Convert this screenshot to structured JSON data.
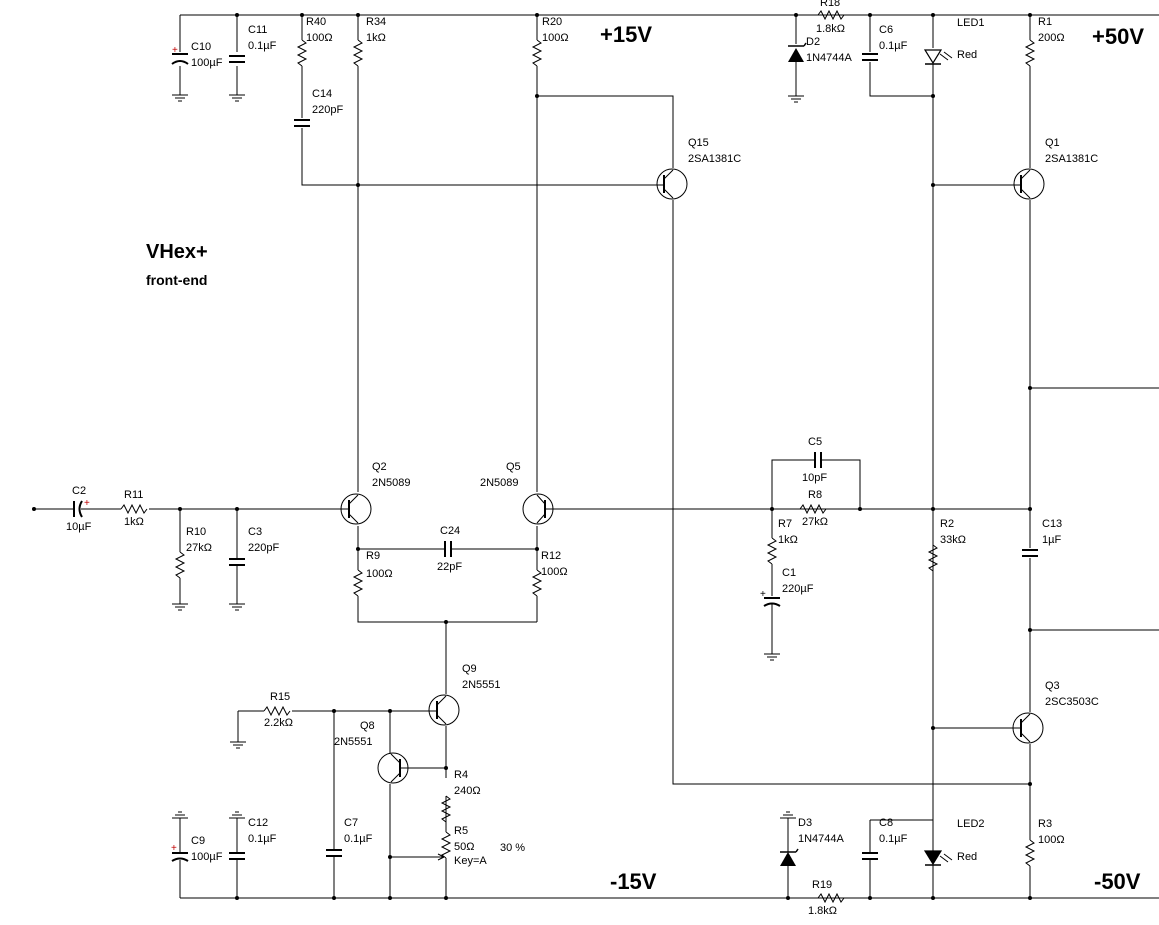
{
  "title": "VHex+",
  "subtitle": "front-end",
  "rails": {
    "p15": "+15V",
    "p50": "+50V",
    "m15": "-15V",
    "m50": "-50V"
  },
  "components": {
    "C10": {
      "ref": "C10",
      "val": "100µF"
    },
    "C11": {
      "ref": "C11",
      "val": "0.1µF"
    },
    "R40": {
      "ref": "R40",
      "val": "100Ω"
    },
    "R34": {
      "ref": "R34",
      "val": "1kΩ"
    },
    "C14": {
      "ref": "C14",
      "val": "220pF"
    },
    "R20": {
      "ref": "R20",
      "val": "100Ω"
    },
    "R18": {
      "ref": "R18",
      "val": "1.8kΩ"
    },
    "D2": {
      "ref": "D2",
      "val": "1N4744A"
    },
    "C6": {
      "ref": "C6",
      "val": "0.1µF"
    },
    "LED1": {
      "ref": "LED1",
      "val": "Red"
    },
    "R1": {
      "ref": "R1",
      "val": "200Ω"
    },
    "Q15": {
      "ref": "Q15",
      "val": "2SA1381C"
    },
    "Q1": {
      "ref": "Q1",
      "val": "2SA1381C"
    },
    "C2": {
      "ref": "C2",
      "val": "10µF"
    },
    "R11": {
      "ref": "R11",
      "val": "1kΩ"
    },
    "R10": {
      "ref": "R10",
      "val": "27kΩ"
    },
    "C3": {
      "ref": "C3",
      "val": "220pF"
    },
    "Q2": {
      "ref": "Q2",
      "val": "2N5089"
    },
    "Q5": {
      "ref": "Q5",
      "val": "2N5089"
    },
    "C24": {
      "ref": "C24",
      "val": "22pF"
    },
    "R9": {
      "ref": "R9",
      "val": "100Ω"
    },
    "R12": {
      "ref": "R12",
      "val": "100Ω"
    },
    "C5": {
      "ref": "C5",
      "val": "10pF"
    },
    "R8": {
      "ref": "R8",
      "val": "27kΩ"
    },
    "R7": {
      "ref": "R7",
      "val": "1kΩ"
    },
    "C1": {
      "ref": "C1",
      "val": "220µF"
    },
    "R2": {
      "ref": "R2",
      "val": "33kΩ"
    },
    "C13": {
      "ref": "C13",
      "val": "1µF"
    },
    "Q9": {
      "ref": "Q9",
      "val": "2N5551"
    },
    "R15": {
      "ref": "R15",
      "val": "2.2kΩ"
    },
    "Q8": {
      "ref": "Q8",
      "val": "2N5551"
    },
    "R4": {
      "ref": "R4",
      "val": "240Ω"
    },
    "R5": {
      "ref": "R5",
      "val": "50Ω",
      "key": "Key=A",
      "pct": "30 %"
    },
    "C9": {
      "ref": "C9",
      "val": "100µF"
    },
    "C12": {
      "ref": "C12",
      "val": "0.1µF"
    },
    "C7": {
      "ref": "C7",
      "val": "0.1µF"
    },
    "Q3": {
      "ref": "Q3",
      "val": "2SC3503C"
    },
    "D3": {
      "ref": "D3",
      "val": "1N4744A"
    },
    "C8": {
      "ref": "C8",
      "val": "0.1µF"
    },
    "LED2": {
      "ref": "LED2",
      "val": "Red"
    },
    "R3": {
      "ref": "R3",
      "val": "100Ω"
    },
    "R19": {
      "ref": "R19",
      "val": "1.8kΩ"
    }
  }
}
